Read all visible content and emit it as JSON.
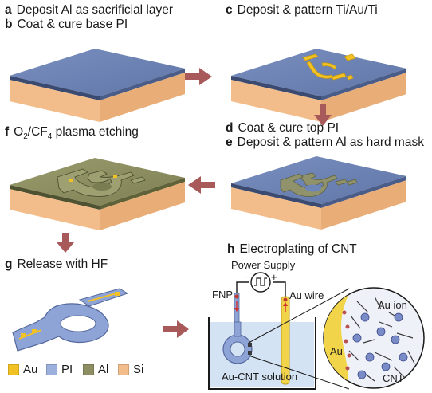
{
  "steps": {
    "a": {
      "letter": "a",
      "text": "Deposit Al as sacrificial layer"
    },
    "b": {
      "letter": "b",
      "text": "Coat & cure base PI"
    },
    "c": {
      "letter": "c",
      "text": "Deposit & pattern Ti/Au/Ti"
    },
    "d": {
      "letter": "d",
      "text": "Coat & cure top PI"
    },
    "e": {
      "letter": "e",
      "text": "Deposit & pattern Al as hard mask"
    },
    "f": {
      "letter": "f",
      "text_prefix": "O",
      "sub1": "2",
      "text_mid": "/CF",
      "sub2": "4",
      "text_suffix": " plasma etching"
    },
    "g": {
      "letter": "g",
      "text": "Release with HF"
    },
    "h": {
      "letter": "h",
      "text": "Electroplating of CNT"
    }
  },
  "apparatus": {
    "power_supply": "Power Supply",
    "minus": "−",
    "plus": "+",
    "fnp": "FNP",
    "au_wire": "Au wire",
    "solution": "Au-CNT solution",
    "au_ion": "Au ion",
    "au": "Au",
    "cnt": "CNT"
  },
  "legend": [
    {
      "label": "Au",
      "color": "#f2c224"
    },
    {
      "label": "PI",
      "color": "#9bb0dc"
    },
    {
      "label": "Al",
      "color": "#8d8f62"
    },
    {
      "label": "Si",
      "color": "#f2bd8a"
    }
  ],
  "colors": {
    "arrow": "#a85a5a",
    "si": "#f2bd8a",
    "pi": "#6f86b8",
    "al": "#8d8f62",
    "au": "#f2c224"
  }
}
